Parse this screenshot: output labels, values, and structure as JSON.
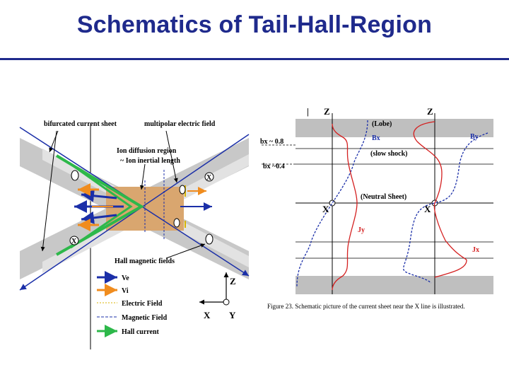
{
  "slide": {
    "title": "Schematics of Tail-Hall-Region"
  },
  "left_diagram": {
    "label_bifurcated": "bifurcated current sheet",
    "label_multipolar": "multipolar electric field",
    "label_ion_diffusion": "Ion diffusion region",
    "label_ion_inertial": "~ Ion inertial length",
    "label_hall_magnetic": "Hall magnetic fields",
    "legend": [
      {
        "label": "Ve",
        "color": "#1b2fa8"
      },
      {
        "label": "Vi",
        "color": "#f08c1e"
      },
      {
        "label": "Electric Field",
        "color": "#d9b300"
      },
      {
        "label": "Magnetic Field",
        "color": "#1b2fa8"
      },
      {
        "label": "Hall current",
        "color": "#2db84a"
      }
    ],
    "axis_z": "Z",
    "axis_x": "X",
    "axis_y": "Y",
    "x_marker": "X"
  },
  "right_diagram": {
    "axis_z_left": "Z",
    "axis_z_right": "Z",
    "label_lobe": "(Lobe)",
    "label_bx": "Bx",
    "label_by": "By",
    "label_bx08": "bx ~ 0.8",
    "label_slow_shock": "(slow shock)",
    "label_bx04": "bx ~0.4",
    "label_neutral": "(Neutral Sheet)",
    "axis_x_left": "X",
    "axis_x_right": "X",
    "label_jy": "Jy",
    "label_jx": "Jx",
    "tick_mark": "|",
    "caption": "Figure 23.   Schematic picture of the current sheet near the X line is illustrated."
  },
  "colors": {
    "title": "#1f2a8c",
    "blue": "#1b2fa8",
    "red": "#d42020",
    "orange": "#f08c1e",
    "green": "#2db84a",
    "tan": "#d9a66f",
    "gray": "#bfbfbf"
  }
}
